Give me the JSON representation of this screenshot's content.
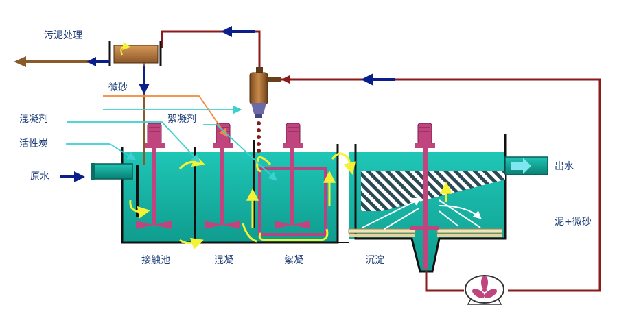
{
  "labels": {
    "sludge_treatment": "污泥处理",
    "microsand": "微砂",
    "coagulant": "混凝剂",
    "flocculant": "絮凝剂",
    "activated_carbon": "活性炭",
    "raw_water": "原水",
    "outlet_water": "出水",
    "sludge_microsand": "泥+微砂",
    "contact_tank": "接触池",
    "coagulation": "混凝",
    "flocculation": "絮凝",
    "sedimentation": "沉淀"
  },
  "colors": {
    "water": "#12a89a",
    "water_light": "#1fc6b6",
    "tank_wall": "#111111",
    "mixer": "#c0457f",
    "mixer_dark": "#8a2b5a",
    "sludge_line": "#8b1a1a",
    "drain_line": "#8b5a2b",
    "arrow_blue": "#0b1f8a",
    "flow_yellow": "#f4f235",
    "dose_orange": "#f08a3c",
    "dose_cyan": "#3ecfd0",
    "settler_plate": "#f1e3b5",
    "label_text": "#1f3f7a"
  },
  "icons": {
    "mixer": "agitator-motor-icon",
    "pump": "recirculation-pump-icon",
    "hydrocyclone": "hydrocyclone-icon",
    "separator": "sludge-separator-icon"
  }
}
